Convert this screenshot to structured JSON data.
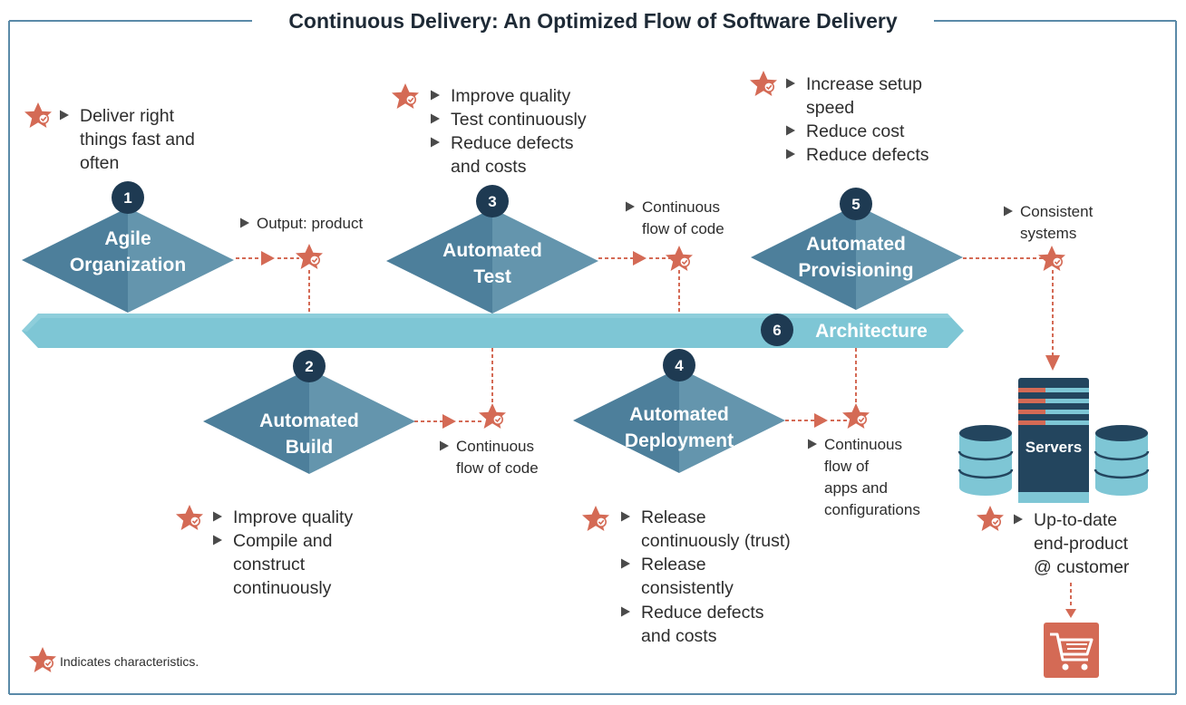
{
  "title": "Continuous Delivery: An Optimized Flow of Software Delivery",
  "colors": {
    "diamond_dark": "#4d7f9b",
    "diamond_light": "#6495ad",
    "badge": "#1e3a52",
    "architecture_bar": "#7ec6d5",
    "accent_star": "#d46a55",
    "frame": "#5a8aa8",
    "server": "#23455e"
  },
  "stages": {
    "agile": {
      "number": "1",
      "line1": "Agile",
      "line2": "Organization"
    },
    "build": {
      "number": "2",
      "line1": "Automated",
      "line2": "Build"
    },
    "test": {
      "number": "3",
      "line1": "Automated",
      "line2": "Test"
    },
    "deploy": {
      "number": "4",
      "line1": "Automated",
      "line2": "Deployment"
    },
    "provision": {
      "number": "5",
      "line1": "Automated",
      "line2": "Provisioning"
    },
    "architecture": {
      "number": "6",
      "label": "Architecture"
    }
  },
  "characteristics": {
    "agile": [
      "Deliver right",
      "things fast and",
      "often"
    ],
    "test": [
      "Improve quality",
      "Test continuously",
      "Reduce defects",
      "and costs"
    ],
    "provision": [
      "Increase setup",
      "speed",
      "Reduce cost",
      "Reduce defects"
    ],
    "build": [
      "Improve quality",
      "Compile and",
      "construct",
      "continuously"
    ],
    "deploy": [
      "Release",
      "continuously (trust)",
      "Release",
      "consistently",
      "Reduce defects",
      "and costs"
    ],
    "servers": [
      "Up-to-date",
      "end-product",
      "@ customer"
    ]
  },
  "outputs": {
    "agile": [
      "Output: product"
    ],
    "test": [
      "Continuous",
      "flow of code"
    ],
    "provision": [
      "Consistent",
      "systems"
    ],
    "build": [
      "Continuous",
      "flow of code"
    ],
    "deploy": [
      "Continuous",
      "flow of",
      "apps and",
      "configurations"
    ]
  },
  "servers_label": "Servers",
  "legend": "Indicates characteristics."
}
